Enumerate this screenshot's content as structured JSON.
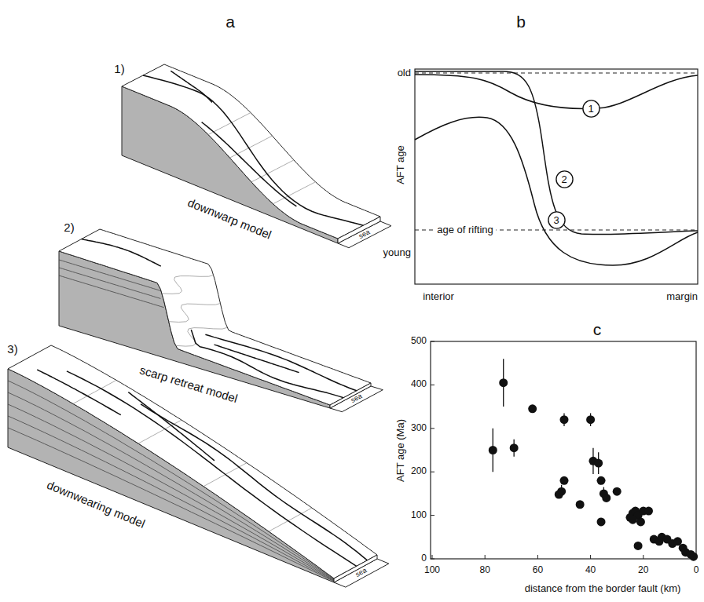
{
  "diagram": {
    "nodes": [
      {
        "text": [
          "1"
        ]
      },
      {
        "text": [
          "2"
        ]
      },
      {
        "text": [
          "3"
        ]
      }
    ],
    "labels": [
      "a",
      "b",
      "1)",
      "downwarp model",
      "sea",
      "2)",
      "scarp retreat model",
      "sea",
      "3)",
      "downwearing model",
      "sea",
      "old",
      "AFT age",
      "age of rifting",
      "young",
      "interior",
      "margin",
      "c",
      "500",
      "400",
      "300",
      "200",
      "100",
      "0",
      "AFT age (Ma)",
      "100",
      "80",
      "60",
      "40",
      "20",
      "0",
      "distance from the border fault (km)"
    ]
  }
}
